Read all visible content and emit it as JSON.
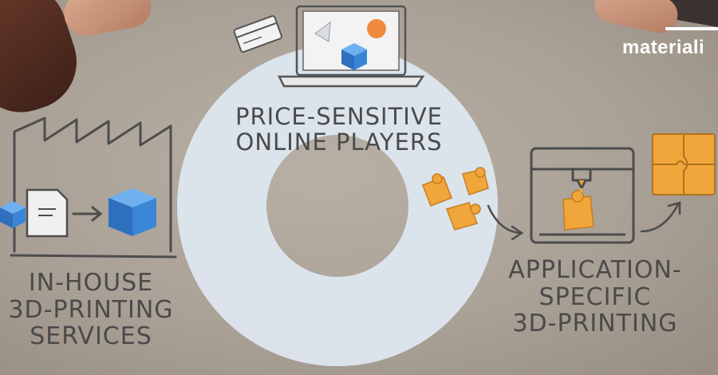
{
  "brand": {
    "name": "materiali"
  },
  "center_segment": {
    "line1": "PRICE-SENSITIVE",
    "line2": "ONLINE PLAYERS"
  },
  "left_segment": {
    "line1": "IN-HOUSE",
    "line2": "3D-PRINTING",
    "line3": "SERVICES"
  },
  "right_segment": {
    "line1": "APPLICATION-",
    "line2": "SPECIFIC",
    "line3": "3D-PRINTING"
  },
  "colors": {
    "ring": "#dde6ef",
    "cube": "#3a86d6",
    "puzzle": "#f0a63a",
    "ink": "#4a4a4a",
    "orange_ball": "#f08a3c"
  }
}
